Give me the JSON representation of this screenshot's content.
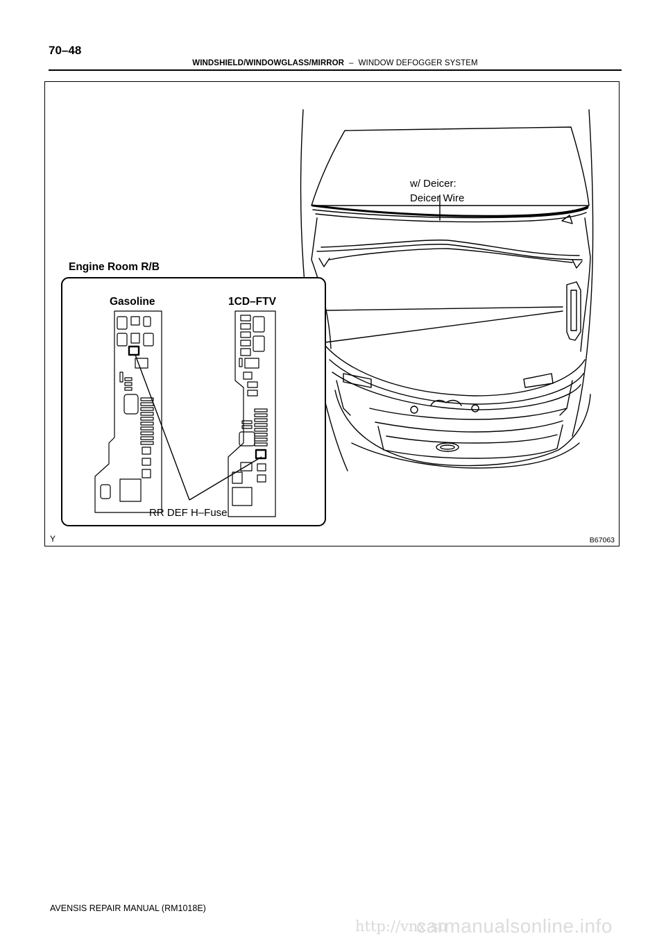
{
  "header": {
    "page_number": "70–48",
    "section": "WINDSHIELD/WINDOWGLASS/MIRROR",
    "separator": "–",
    "subsection": "WINDOW DEFOGGER SYSTEM"
  },
  "figure": {
    "deicer_line1": "w/ Deicer:",
    "deicer_line2": "Deicer Wire",
    "engine_room_label": "Engine Room R/B",
    "gasoline_label": "Gasoline",
    "ftv_label": "1CD–FTV",
    "fuse_label": "RR DEF H–Fuse",
    "corner_letter": "Y",
    "figure_code": "B67063"
  },
  "footer": {
    "manual_title": "AVENSIS REPAIR MANUAL   (RM1018E)"
  },
  "watermarks": {
    "left": "http://vnx.su",
    "right": "carmanualsonline.info"
  }
}
